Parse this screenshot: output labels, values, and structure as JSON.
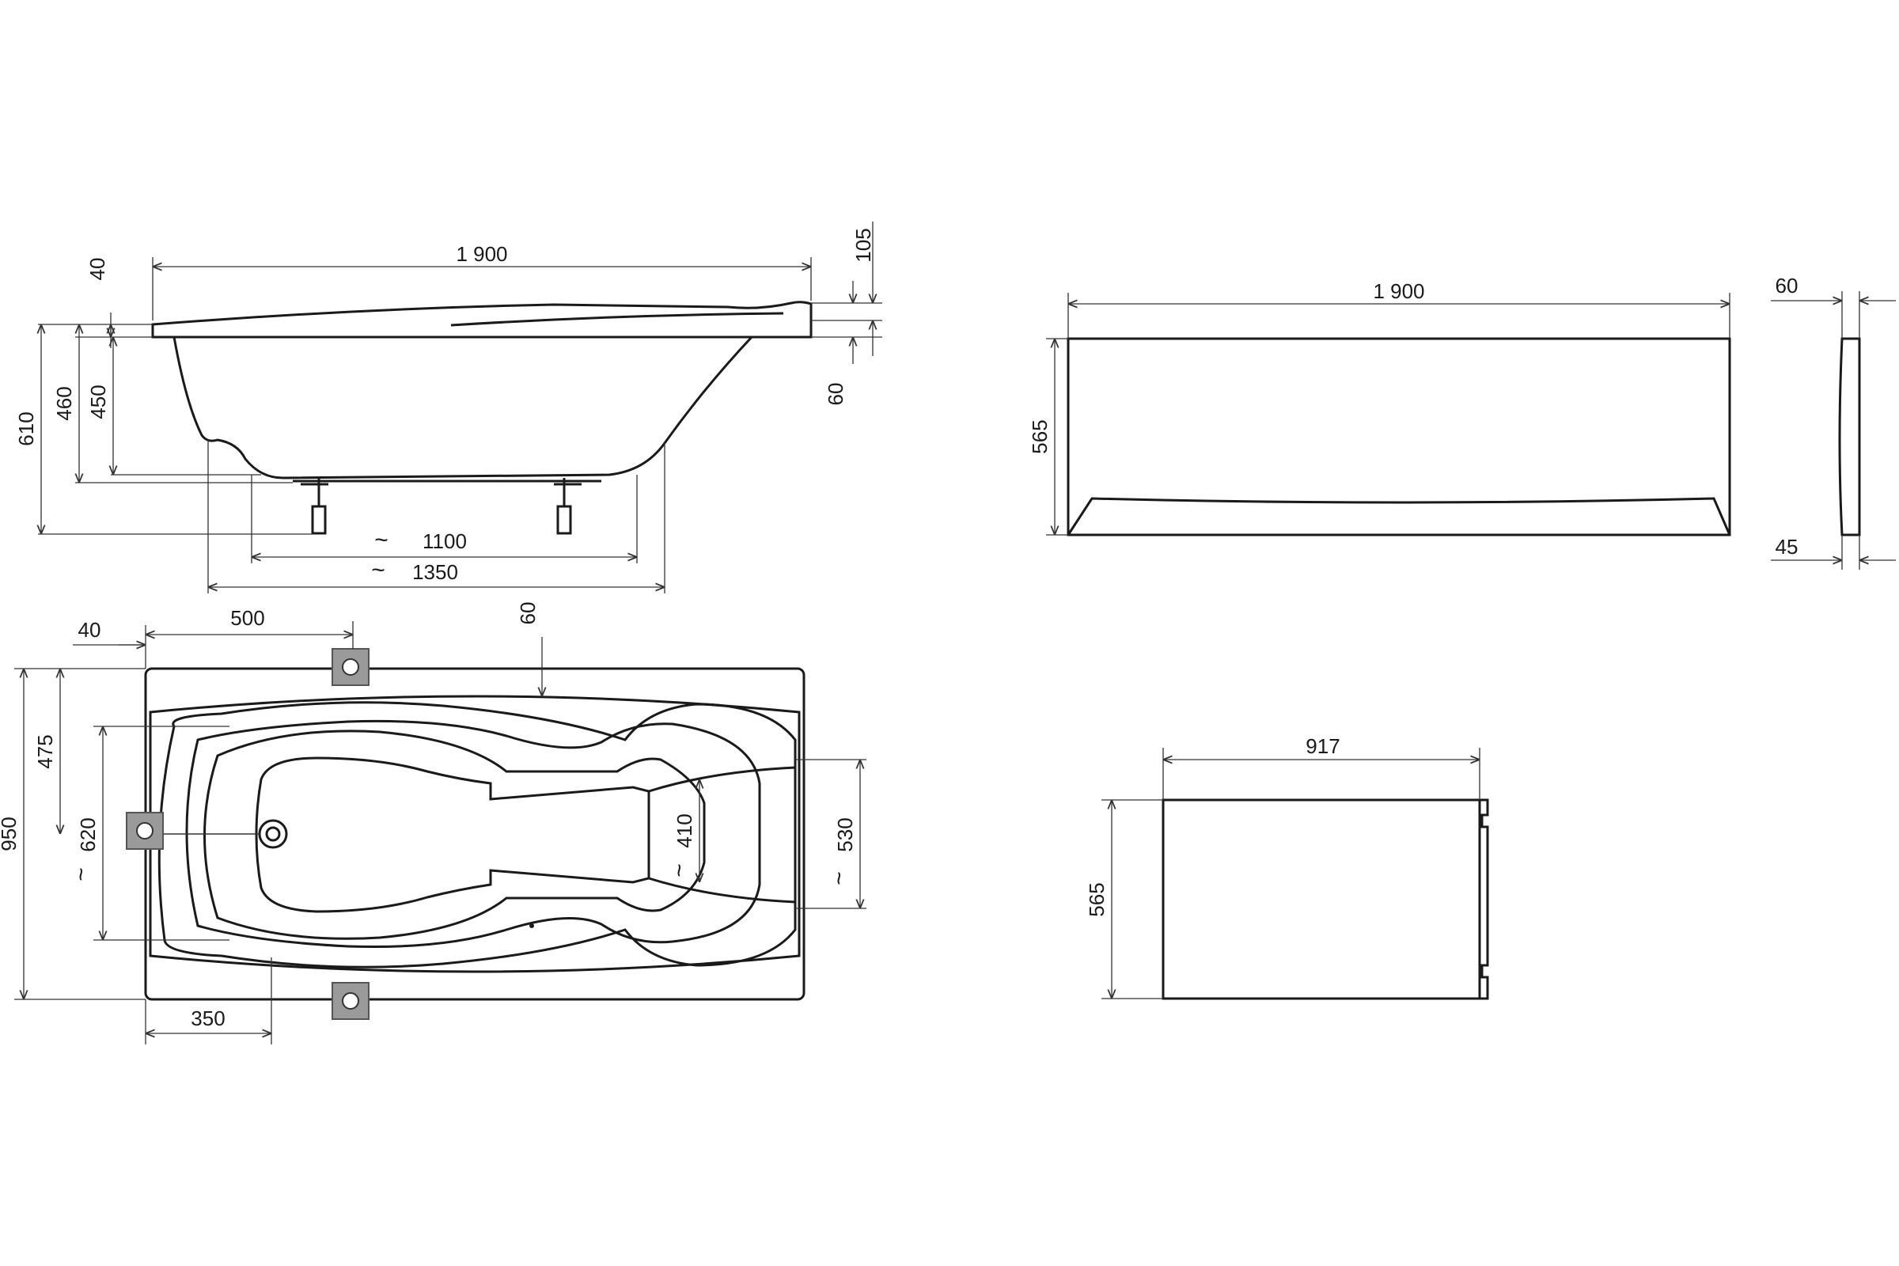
{
  "side_view": {
    "length": "1 900",
    "rim": "40",
    "height_total": "610",
    "depth_outer": "460",
    "depth_inner": "450",
    "right_top": "105",
    "right_bottom": "60",
    "legs_spacing": "1100",
    "base_length": "1350"
  },
  "top_view": {
    "offset": "40",
    "pad_position": "500",
    "top_rim": "60",
    "width": "950",
    "half_width": "475",
    "inner_width": "620",
    "seat_width": "410",
    "head_width": "530",
    "bottom_pad": "350"
  },
  "front_panel": {
    "length": "1 900",
    "height": "565",
    "top_thickness": "60",
    "bottom_thickness": "45"
  },
  "end_panel": {
    "width": "917",
    "height": "565"
  },
  "symbols": {
    "approx": "~",
    "colors": {
      "line": "#1a1a1a",
      "pad": "#9a9a9a"
    }
  }
}
